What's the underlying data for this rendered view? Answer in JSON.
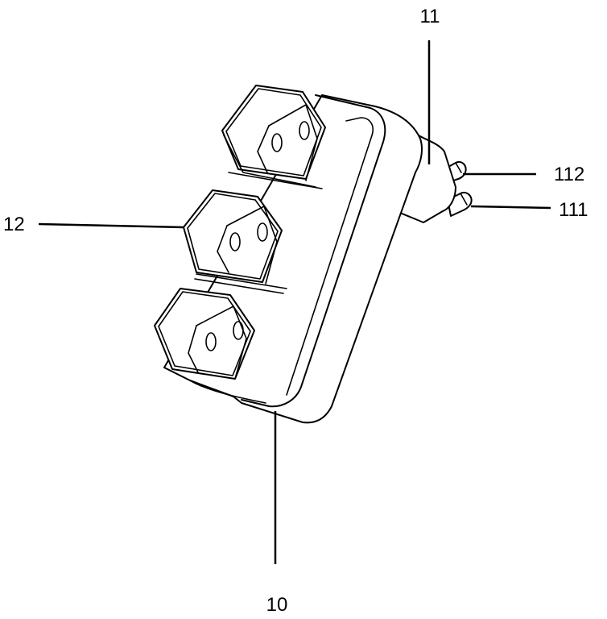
{
  "figure": {
    "description_labels": [
      {
        "id": "11",
        "text": "11"
      },
      {
        "id": "112",
        "text": "112"
      },
      {
        "id": "12",
        "text": "12"
      },
      {
        "id": "111",
        "text": "111"
      },
      {
        "id": "10",
        "text": "10"
      }
    ]
  }
}
